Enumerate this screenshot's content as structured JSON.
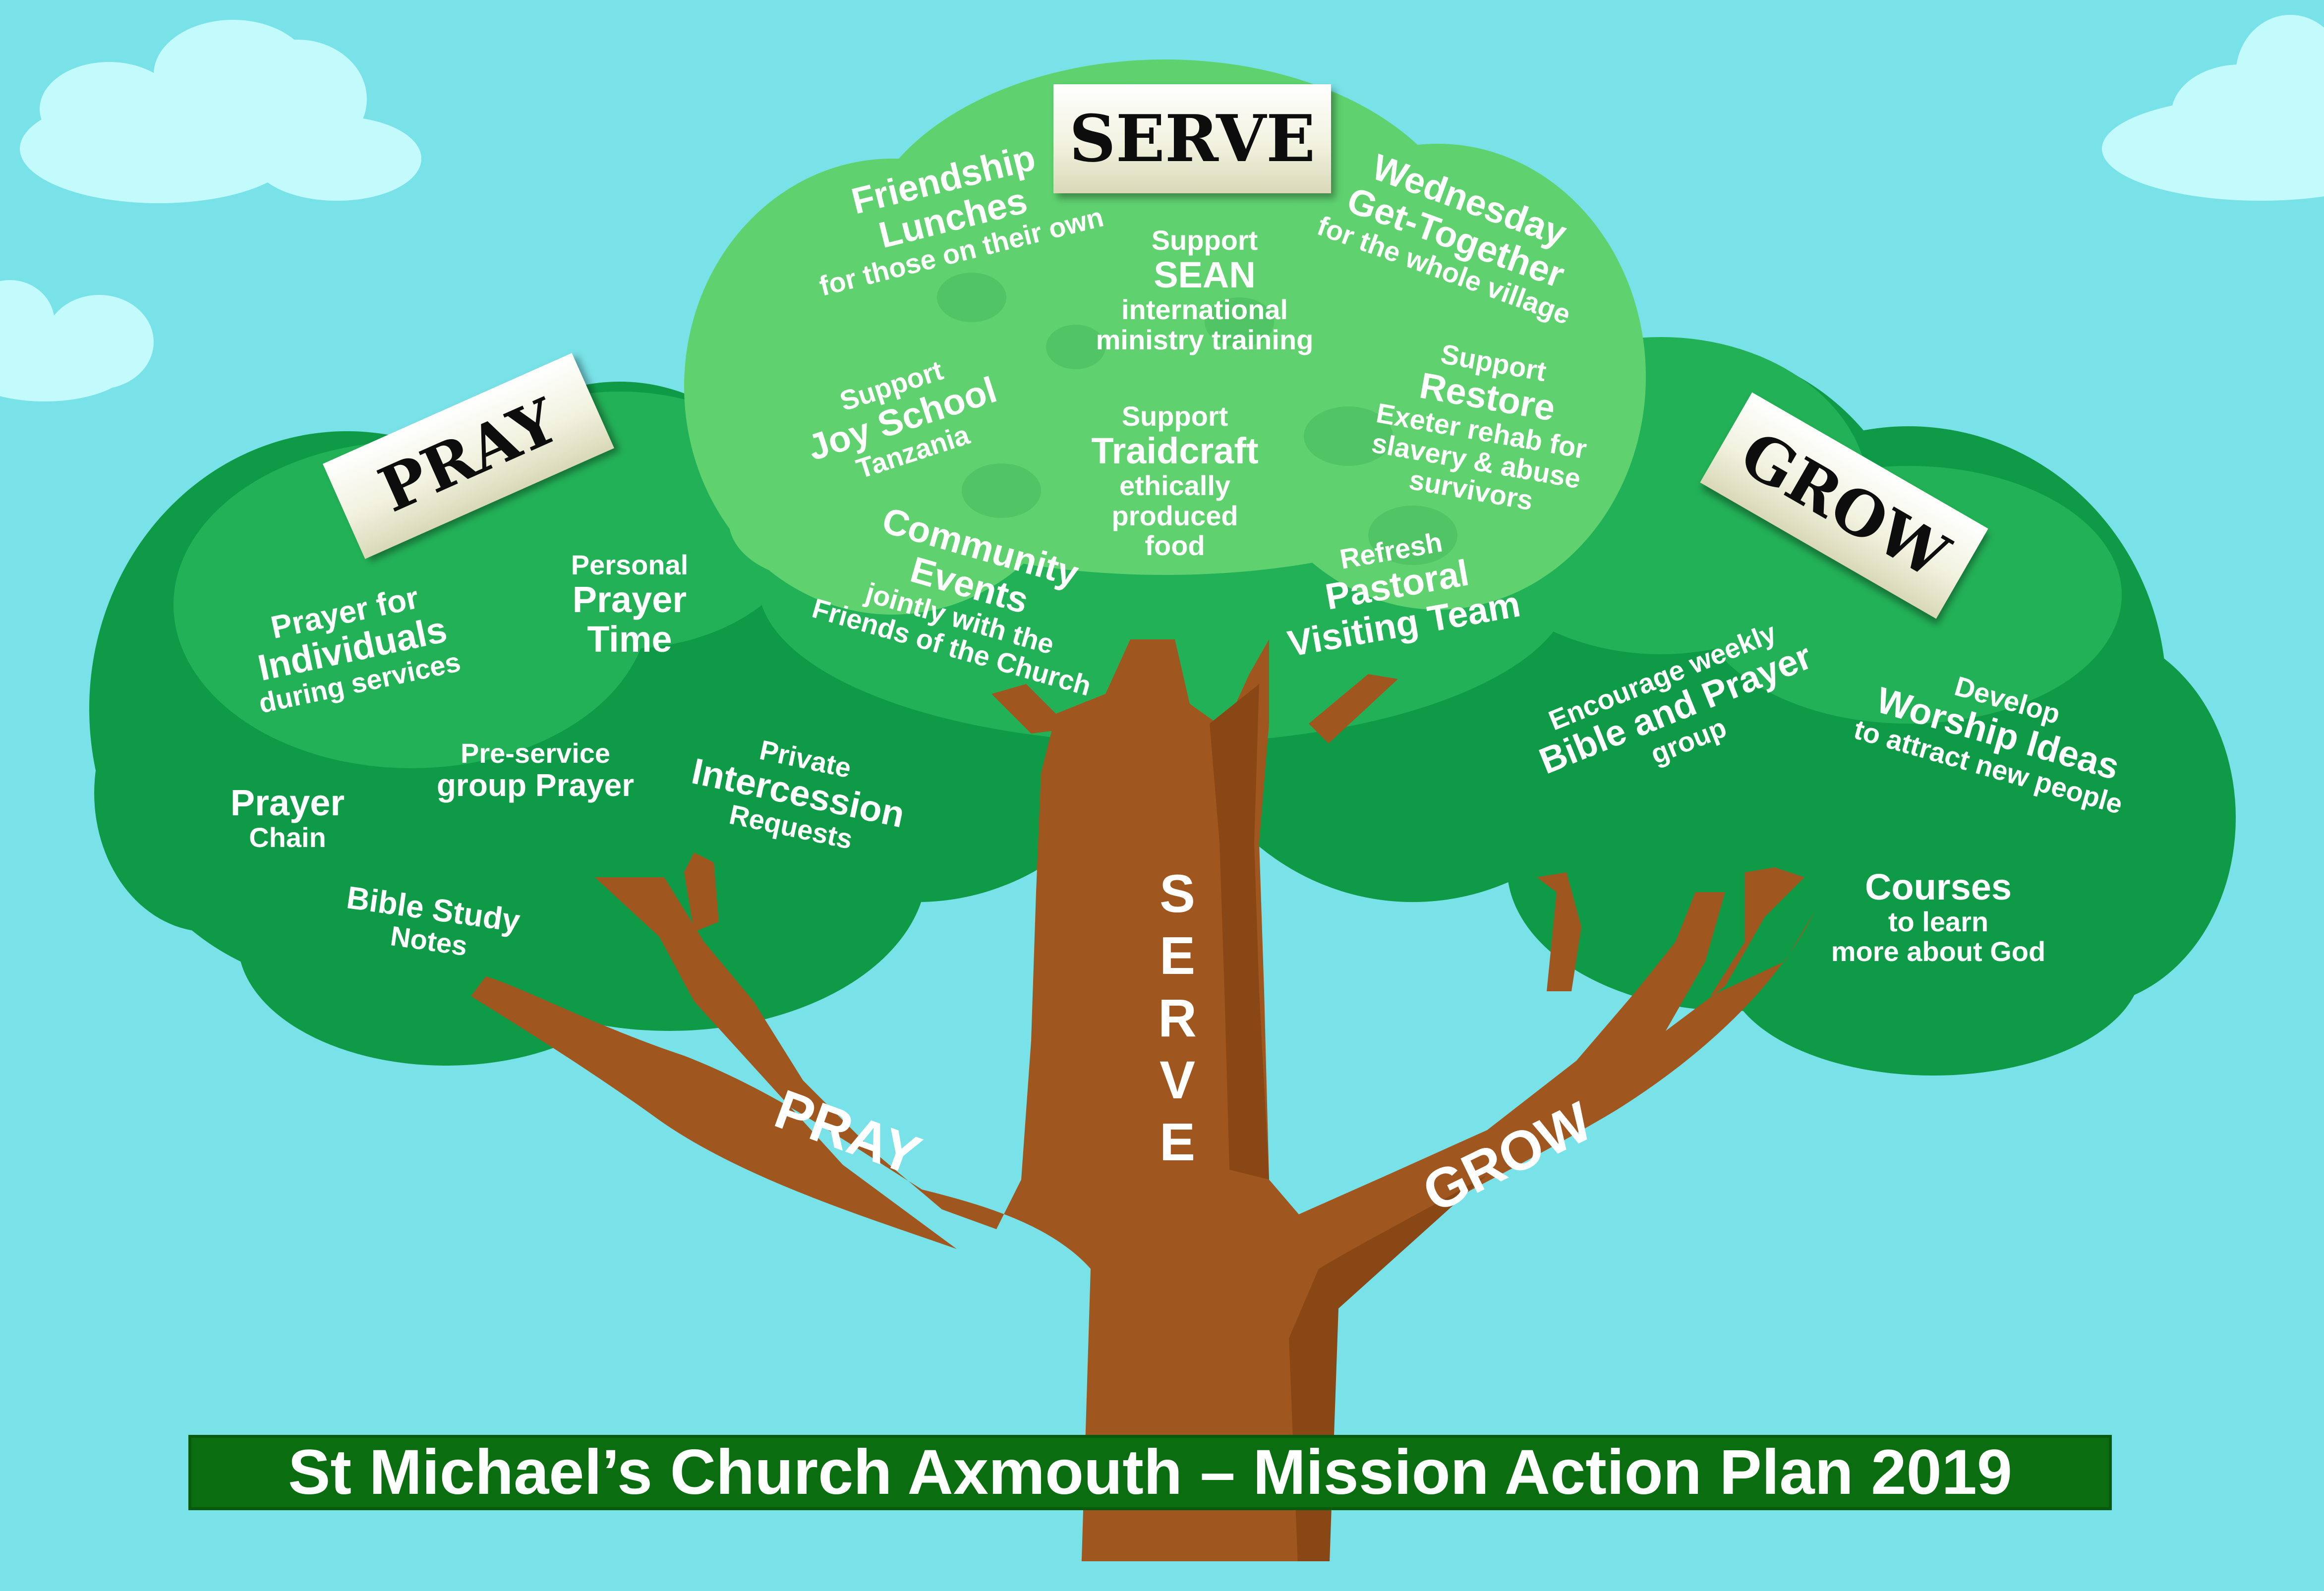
{
  "title": "St Michael’s Church Axmouth – Mission Action Plan 2019",
  "categories": {
    "pray": "PRAY",
    "serve": "SERVE",
    "grow": "GROW"
  },
  "branches": {
    "pray": "PRAY",
    "grow": "GROW",
    "trunk": [
      "S",
      "E",
      "R",
      "V",
      "E"
    ]
  },
  "serve_items": {
    "friendship": [
      "Friendship",
      "Lunches",
      "for those on their own"
    ],
    "sean": [
      "Support",
      "SEAN",
      "international",
      "ministry training"
    ],
    "wednesday": [
      "Wednesday",
      "Get-Together",
      "for the whole village"
    ],
    "joy": [
      "Support",
      "Joy School",
      "Tanzania"
    ],
    "traidcraft": [
      "Support",
      "Traidcraft",
      "ethically",
      "produced",
      "food"
    ],
    "restore": [
      "Support",
      "Restore",
      "Exeter rehab for",
      "slavery & abuse",
      "survivors"
    ],
    "community": [
      "Community",
      "Events",
      "jointly with the",
      "Friends of the Church"
    ],
    "pastoral": [
      "Refresh",
      "Pastoral",
      "Visiting Team"
    ]
  },
  "pray_items": {
    "individuals": [
      "Prayer for",
      "Individuals",
      "during services"
    ],
    "personal": [
      "Personal",
      "Prayer",
      "Time"
    ],
    "preservice": [
      "Pre-service",
      "group Prayer"
    ],
    "intercession": [
      "Private",
      "Intercession",
      "Requests"
    ],
    "chain": [
      "Prayer",
      "Chain"
    ],
    "bible": [
      "Bible Study",
      "Notes"
    ]
  },
  "grow_items": {
    "biblegroup": [
      "Encourage weekly",
      "Bible and Prayer",
      "group"
    ],
    "worship": [
      "Develop",
      "Worship Ideas",
      "to attract new people"
    ],
    "courses": [
      "Courses",
      "to learn",
      "more about God"
    ]
  },
  "colors": {
    "sky": "#79e2e8",
    "cloud": "#c3fafc",
    "canopy_dark": "#0f9a48",
    "canopy_mid": "#23b157",
    "canopy_light": "#5fd26f",
    "trunk": "#a0571f",
    "trunk_shadow": "#8a4716",
    "banner": "#0a6e10"
  }
}
